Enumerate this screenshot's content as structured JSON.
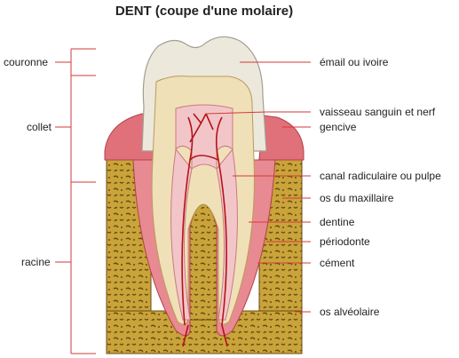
{
  "title": "DENT (coupe d'une molaire)",
  "left_labels": {
    "couronne": "couronne",
    "collet": "collet",
    "racine": "racine"
  },
  "right_labels": {
    "email": "émail ou ivoire",
    "vaisseau": "vaisseau sanguin et nerf",
    "gencive": "gencive",
    "canal": "canal radiculaire ou pulpe",
    "os_maxillaire": "os du maxillaire",
    "dentine": "dentine",
    "periodonte": "périodonte",
    "cement": "cément",
    "os_alveolaire": "os alvéolaire"
  },
  "colors": {
    "leader": "#d23a3a",
    "bone": "#c9a43a",
    "bone_dark": "#6b4a12",
    "gum": "#e0707a",
    "enamel": "#ece8dc",
    "dentin": "#f0e0b8",
    "pulp": "#f2c6c8",
    "vessel": "#b5121b"
  }
}
